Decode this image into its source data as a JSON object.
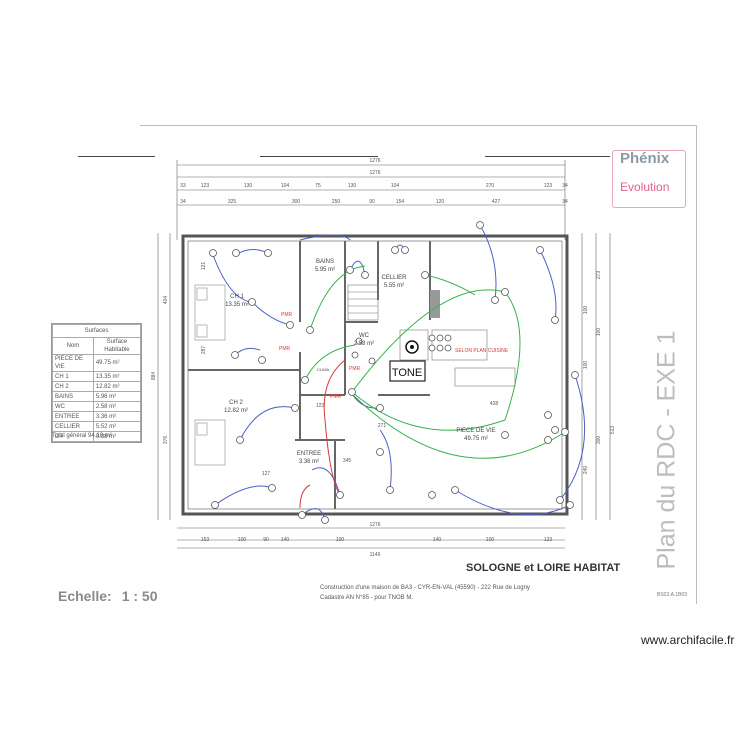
{
  "brand": {
    "name": "Phénix",
    "tagline": "Evolution"
  },
  "sheet": {
    "vertical_title": "Plan du RDC  -  EXE 1",
    "scale_label": "Echelle:",
    "scale_value": "1 : 50",
    "owner": "SOLOGNE et LOIRE HABITAT",
    "caption_line1": "Construction d'une maison de BA3 - CYR-EN-VAL (45590) - 222 Rue de Logny",
    "caption_line2": "Cadastre AN N°85 - pour TNOB M.",
    "ref_code": "BS03.A.1B03",
    "watermark": "www.archifacile.fr"
  },
  "surfaces": {
    "caption": "Surfaces",
    "col_name": "Nom",
    "col_area": "Surface Habitable",
    "rows": [
      {
        "name": "PIECE DE VIE",
        "area": "49.75 m²"
      },
      {
        "name": "CH 1",
        "area": "13.35 m²"
      },
      {
        "name": "CH 2",
        "area": "12.82 m²"
      },
      {
        "name": "BAINS",
        "area": "5.96 m²"
      },
      {
        "name": "WC",
        "area": "2.58 m²"
      },
      {
        "name": "ENTREE",
        "area": "3.36 m²"
      },
      {
        "name": "CELLIER",
        "area": "5.52 m²"
      },
      {
        "name": "DT",
        "area": "0.88 m²"
      }
    ],
    "total_label": "Total général",
    "total_value": "94.10 m²"
  },
  "rooms": {
    "bains_name": "BAINS",
    "bains_area": "5.95 m²",
    "cellier_name": "CELLIER",
    "cellier_area": "5.55 m²",
    "ch1_name": "CH 1",
    "ch1_area": "13.35 m²",
    "wc_name": "WC",
    "wc_area": "2.58 m²",
    "ch2_name": "CH 2",
    "ch2_area": "12.82 m²",
    "entree_name": "ENTREE",
    "entree_area": "3.36 m²",
    "vie_name": "PIECE DE VIE",
    "vie_area": "49.75 m²"
  },
  "annotations": {
    "cuisine": "SELON PLAN CUISINE",
    "tone": "TONE",
    "pmr": "PMR",
    "clima": "CLIMA"
  },
  "dimensions": {
    "top_total": "1276",
    "top_sub1": "1276",
    "top_row2": [
      "33",
      "123",
      "130",
      "104",
      "75",
      "130",
      "104",
      "270",
      "123",
      "34"
    ],
    "top_row3": [
      "34",
      "325",
      "300",
      "250",
      "90",
      "154",
      "120",
      "427",
      "34"
    ],
    "bottom_row1": [
      "153",
      "100",
      "90",
      "140",
      "100",
      "140",
      "100",
      "123"
    ],
    "bottom_row2": [
      "1276",
      "1146"
    ],
    "left": [
      "884",
      "404",
      "376",
      "121",
      "287"
    ],
    "right": [
      "273",
      "100",
      "100",
      "100",
      "513",
      "240",
      "300"
    ],
    "interior": [
      "271",
      "123",
      "428",
      "127",
      "345"
    ]
  }
}
